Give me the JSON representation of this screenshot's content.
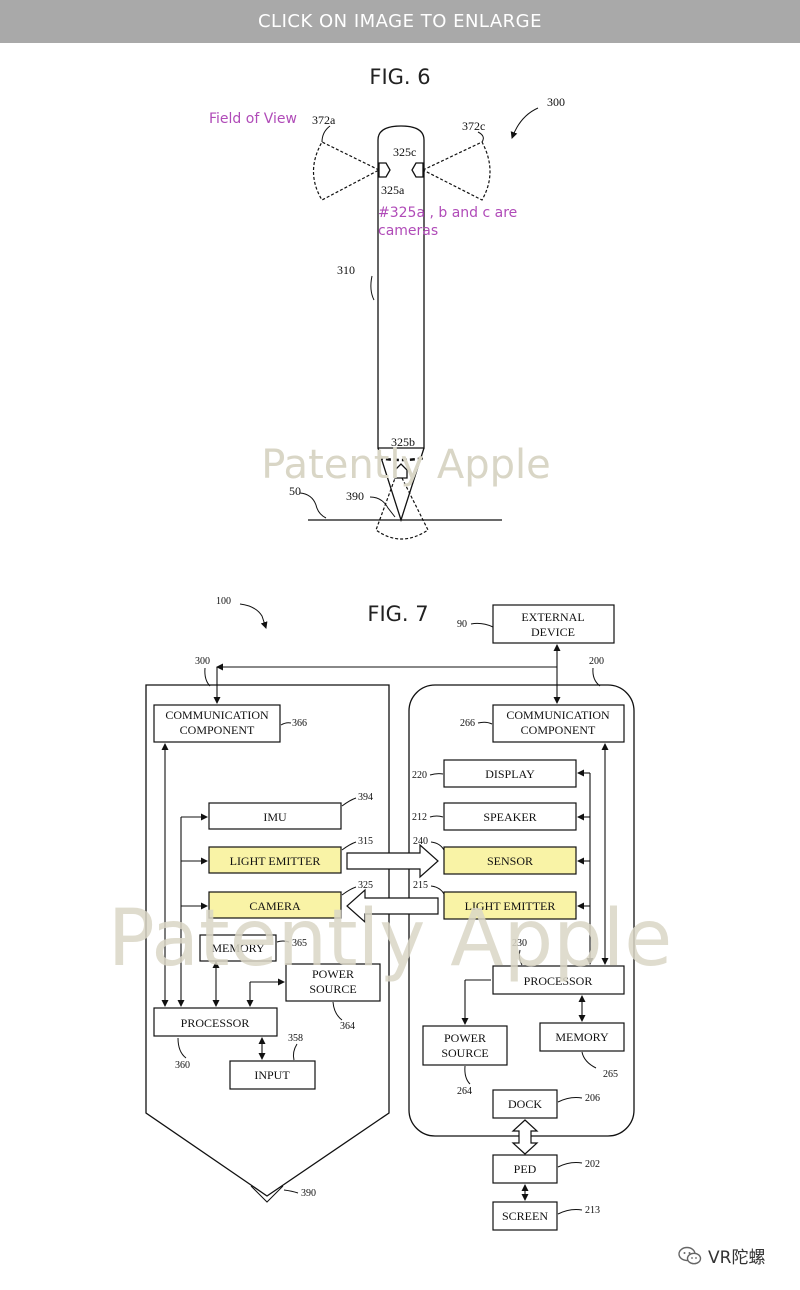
{
  "banner": {
    "text": "CLICK ON IMAGE TO ENLARGE"
  },
  "fig6": {
    "title": "FIG. 6",
    "ref_300": "300",
    "ref_372a": "372a",
    "ref_372c": "372c",
    "ref_325c": "325c",
    "ref_325a": "325a",
    "ref_310": "310",
    "ref_325b": "325b",
    "ref_50": "50",
    "ref_390": "390",
    "note_fov": "Field of View",
    "note_cameras_1": "#325a , b and c are",
    "note_cameras_2": "cameras"
  },
  "watermark": {
    "text": "Patently Apple"
  },
  "fig7": {
    "title": "FIG. 7",
    "ref_100": "100",
    "stylus": {
      "ref": "300",
      "comm_1": "COMMUNICATION",
      "comm_2": "COMPONENT",
      "comm_ref": "366",
      "imu": "IMU",
      "imu_ref": "394",
      "light_emitter": "LIGHT EMITTER",
      "light_emitter_ref": "315",
      "camera": "CAMERA",
      "camera_ref": "325",
      "memory": "MEMORY",
      "memory_ref": "365",
      "power_1": "POWER",
      "power_2": "SOURCE",
      "power_ref": "364",
      "processor": "PROCESSOR",
      "processor_ref": "360",
      "input": "INPUT",
      "input_ref": "358",
      "tip_ref": "390"
    },
    "external": {
      "ref": "90",
      "label_1": "EXTERNAL",
      "label_2": "DEVICE"
    },
    "device": {
      "ref": "200",
      "comm_1": "COMMUNICATION",
      "comm_2": "COMPONENT",
      "comm_ref": "266",
      "display": "DISPLAY",
      "display_ref": "220",
      "speaker": "SPEAKER",
      "speaker_ref": "212",
      "sensor": "SENSOR",
      "sensor_ref": "240",
      "light_emitter": "LIGHT EMITTER",
      "light_emitter_ref": "215",
      "processor": "PROCESSOR",
      "processor_ref": "230",
      "power_1": "POWER",
      "power_2": "SOURCE",
      "power_ref": "264",
      "memory": "MEMORY",
      "memory_ref": "265",
      "dock": "DOCK",
      "dock_ref": "206",
      "ped": "PED",
      "ped_ref": "202",
      "screen": "SCREEN",
      "screen_ref": "213"
    }
  },
  "footer": {
    "account": "VR陀螺"
  },
  "colors": {
    "highlight": "#f9f3a6",
    "annotation": "#b04bb8",
    "banner": "#a9a9a9"
  }
}
